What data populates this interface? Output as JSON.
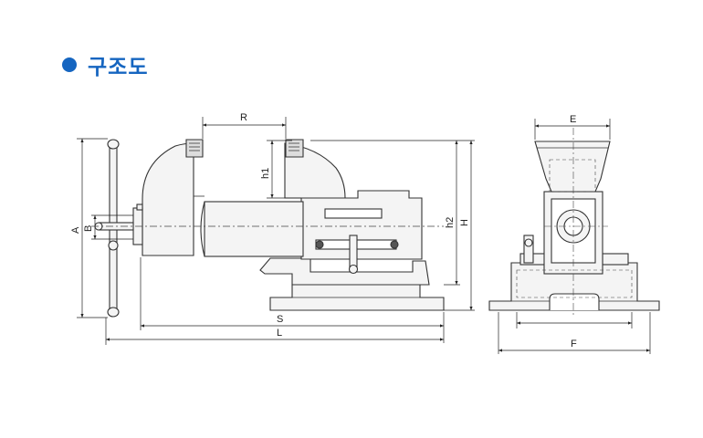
{
  "header": {
    "title": "구조도"
  },
  "colors": {
    "accent": "#1565c0",
    "line": "#333333",
    "body_fill": "#f4f4f4"
  },
  "dimensions": {
    "side": {
      "R": "R",
      "h1": "h1",
      "h2": "h2",
      "H": "H",
      "A": "A",
      "B": "B",
      "S": "S",
      "L": "L"
    },
    "front": {
      "E": "E",
      "F": "F"
    }
  }
}
